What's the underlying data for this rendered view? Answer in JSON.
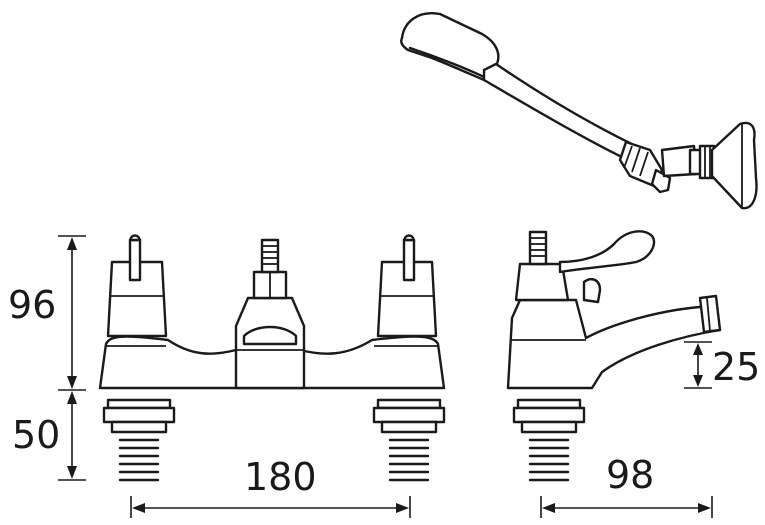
{
  "dimensions": {
    "height_upper": "96",
    "height_lower": "50",
    "width_centres": "180",
    "depth": "98",
    "spout_clearance": "25"
  },
  "colors": {
    "line": "#1a1a1a",
    "background": "#ffffff"
  }
}
